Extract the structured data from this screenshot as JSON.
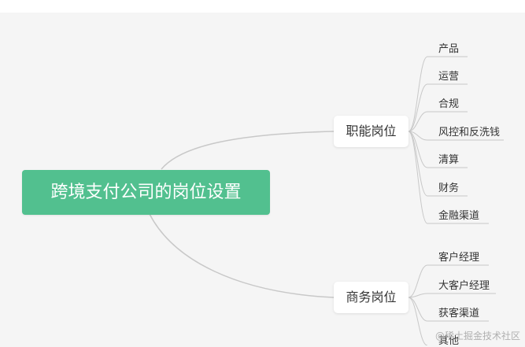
{
  "mindmap": {
    "root": "跨境支付公司的岗位设置",
    "branches": [
      {
        "label": "职能岗位",
        "children": [
          "产品",
          "运营",
          "合规",
          "风控和反洗钱",
          "清算",
          "财务",
          "金融渠道"
        ]
      },
      {
        "label": "商务岗位",
        "children": [
          "客户经理",
          "大客户经理",
          "获客渠道",
          "其他"
        ]
      }
    ]
  },
  "watermark": "@稀土掘金技术社区",
  "colors": {
    "root_fill": "#52c08f",
    "node_fill": "#ffffff",
    "link": "#c8c8c8",
    "background": "#f5f5f5"
  }
}
